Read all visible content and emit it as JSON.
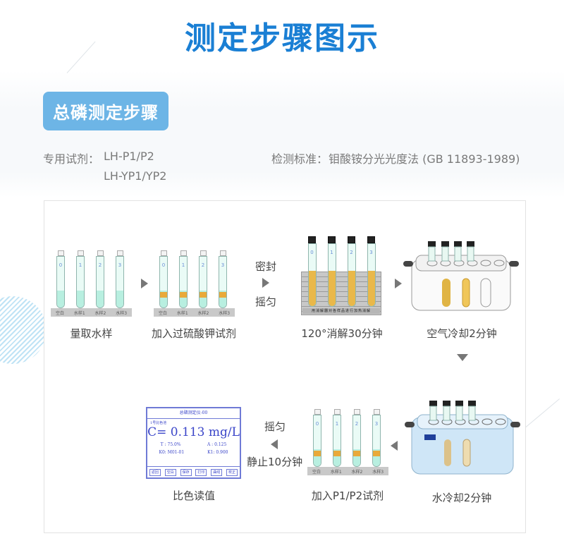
{
  "page_title": "测定步骤图示",
  "section_badge": "总磷测定步骤",
  "reagents": {
    "label": "专用试剂：",
    "items": [
      "LH-P1/P2",
      "LH-YP1/YP2"
    ]
  },
  "standard": {
    "label": "检测标准：",
    "value": "钼酸铵分光光度法 (GB 11893-1989)"
  },
  "rack_labels": [
    "空白",
    "水样1",
    "水样2",
    "水样3"
  ],
  "tube_numbers": [
    "0",
    "1",
    "2",
    "3"
  ],
  "steps": [
    {
      "caption": "量取水样"
    },
    {
      "caption": "加入过硫酸钾试剂"
    },
    {
      "caption": "120°消解30分钟"
    },
    {
      "caption": "空气冷却2分钟"
    },
    {
      "caption": "水冷却2分钟"
    },
    {
      "caption": "加入P1/P2试剂"
    },
    {
      "caption": "比色读值"
    }
  ],
  "transitions": {
    "seal_top": "密封",
    "seal_bottom": "摇匀",
    "shake_top": "摇匀",
    "shake_bottom": "静止10分钟"
  },
  "digester_strip": "用消解器对各样品进行加热消解",
  "instrument_screen": {
    "header": "总磷测定仪-00",
    "sub": "1号比色池",
    "result": "C= 0.113 mg/L",
    "t_value": "T : 75.0%",
    "a_value": "A : 0.125",
    "k0_value": "K0: M01-01",
    "k1_value": "K1: 0.900",
    "buttons": [
      "返回",
      "空白",
      "保存",
      "打印",
      "曲线",
      "校正"
    ]
  },
  "colors": {
    "title": "#1a7fd4",
    "badge_bg": "#6db5e6",
    "reagent_band": "#e9a93a",
    "liquid": "#b8efe0",
    "screen_accent": "#3b46c9"
  }
}
